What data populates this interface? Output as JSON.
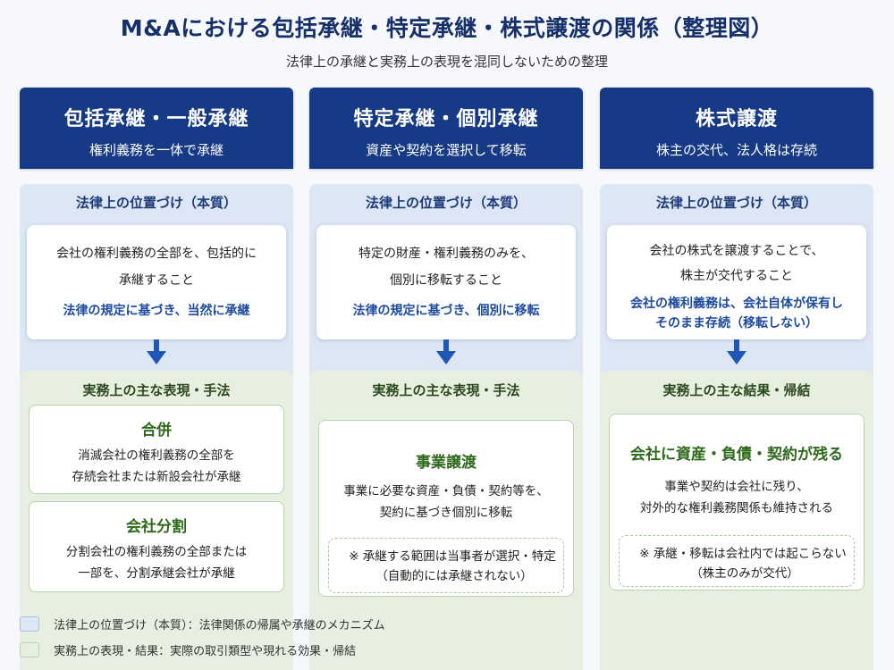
{
  "title": "M&Aにおける包括承継・特定承継・株式譲渡の関係（整理図）",
  "subtitle": "法律上の承継と実務上の表現を混同しないための整理",
  "colors": {
    "header_navy": "#163a85",
    "legal_bg": "#dce6f4",
    "practice_bg": "#e6efe0",
    "accent_blue": "#1d4ba0",
    "accent_green": "#2f6a1c"
  },
  "columns": [
    {
      "head_title": "包括承継・一般承継",
      "head_sub": "権利義務を一体で承継",
      "legal_title": "法律上の位置づけ（本質）",
      "legal_line1": "会社の権利義務の全部を、包括的に",
      "legal_line2": "承継すること",
      "legal_blue1": "法律の規定に基づき、当然に承継",
      "legal_blue2": "",
      "practice_title": "実務上の主な表現・手法",
      "cards": [
        {
          "title": "合併",
          "line1": "消滅会社の権利義務の全部を",
          "line2": "存続会社または新設会社が承継"
        },
        {
          "title": "会社分割",
          "line1": "分割会社の権利義務の全部または",
          "line2": "一部を、分割承継会社が承継"
        }
      ]
    },
    {
      "head_title": "特定承継・個別承継",
      "head_sub": "資産や契約を選択して移転",
      "legal_title": "法律上の位置づけ（本質）",
      "legal_line1": "特定の財産・権利義務のみを、",
      "legal_line2": "個別に移転すること",
      "legal_blue1": "法律の規定に基づき、個別に移転",
      "legal_blue2": "",
      "practice_title": "実務上の主な表現・手法",
      "card": {
        "title": "事業譲渡",
        "line1": "事業に必要な資産・負債・契約等を、",
        "line2": "契約に基づき個別に移転"
      },
      "note": {
        "line1": "※ 承継する範囲は当事者が選択・特定",
        "line2": "（自動的には承継されない）"
      }
    },
    {
      "head_title": "株式譲渡",
      "head_sub": "株主の交代、法人格は存続",
      "legal_title": "法律上の位置づけ（本質）",
      "legal_line1": "会社の株式を譲渡することで、",
      "legal_line2": "株主が交代すること",
      "legal_blue1": "会社の権利義務は、会社自体が保有し",
      "legal_blue2": "そのまま存続（移転しない）",
      "practice_title": "実務上の主な結果・帰結",
      "card": {
        "title": "会社に資産・負債・契約が残る",
        "line1": "事業や契約は会社に残り、",
        "line2": "対外的な権利義務関係も維持される"
      },
      "note": {
        "line1": "※ 承継・移転は会社内では起こらない",
        "line2": "（株主のみが交代）"
      }
    }
  ],
  "legend": [
    {
      "text": "法律上の位置づけ（本質）：法律関係の帰属や承継のメカニズム",
      "color": "#dce6f4"
    },
    {
      "text": "実務上の表現・結果：実際の取引類型や現れる効果・帰結",
      "color": "#e6efe0"
    }
  ]
}
